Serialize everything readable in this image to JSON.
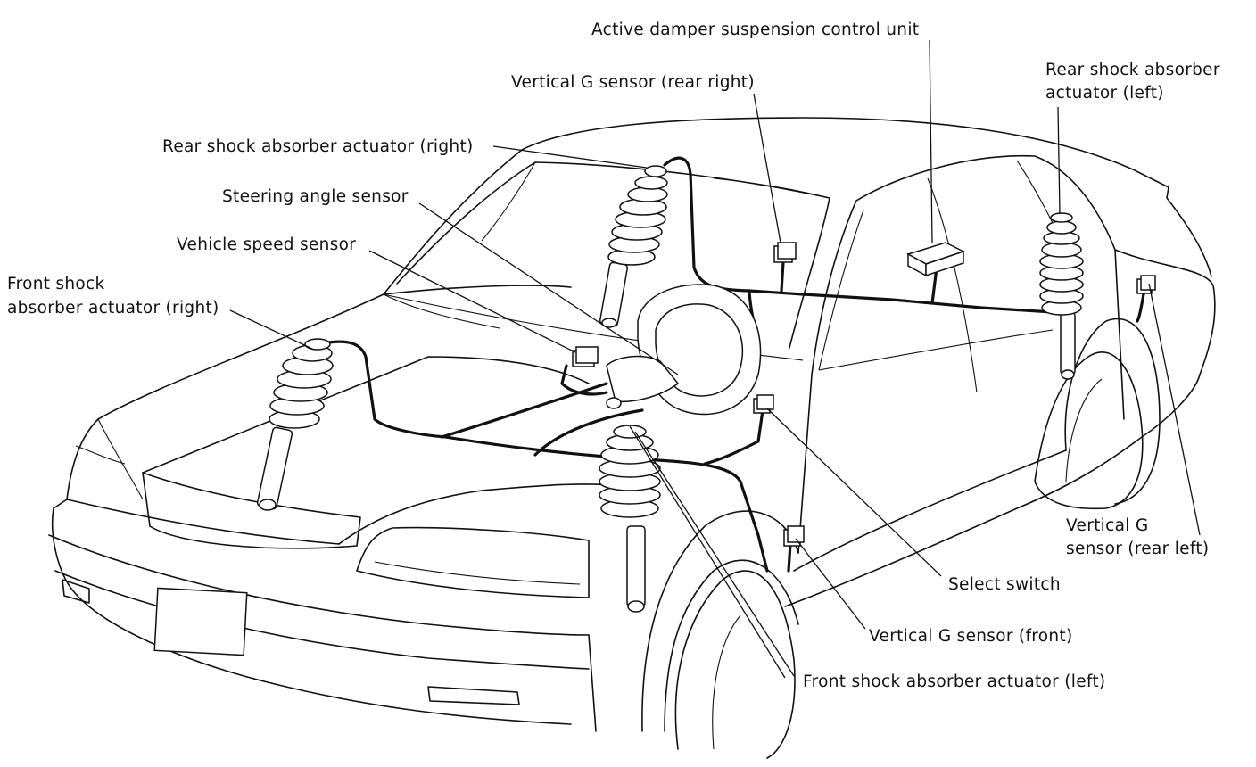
{
  "labels": {
    "control_unit": "Active damper suspension control unit",
    "vg_rear_right": "Vertical G sensor (rear right)",
    "rear_actuator_right": "Rear shock absorber actuator (right)",
    "steering_angle": "Steering angle sensor",
    "vehicle_speed": "Vehicle speed sensor",
    "front_actuator_right_1": "Front shock",
    "front_actuator_right_2": "absorber actuator (right)",
    "rear_actuator_left_1": "Rear shock absorber",
    "rear_actuator_left_2": "actuator (left)",
    "vg_rear_left_1": "Vertical G",
    "vg_rear_left_2": "sensor (rear left)",
    "select_switch": "Select switch",
    "vg_front": "Vertical G sensor (front)",
    "front_actuator_left": "Front shock absorber actuator (left)"
  },
  "colors": {
    "ink": "#111111",
    "paper": "#ffffff"
  }
}
